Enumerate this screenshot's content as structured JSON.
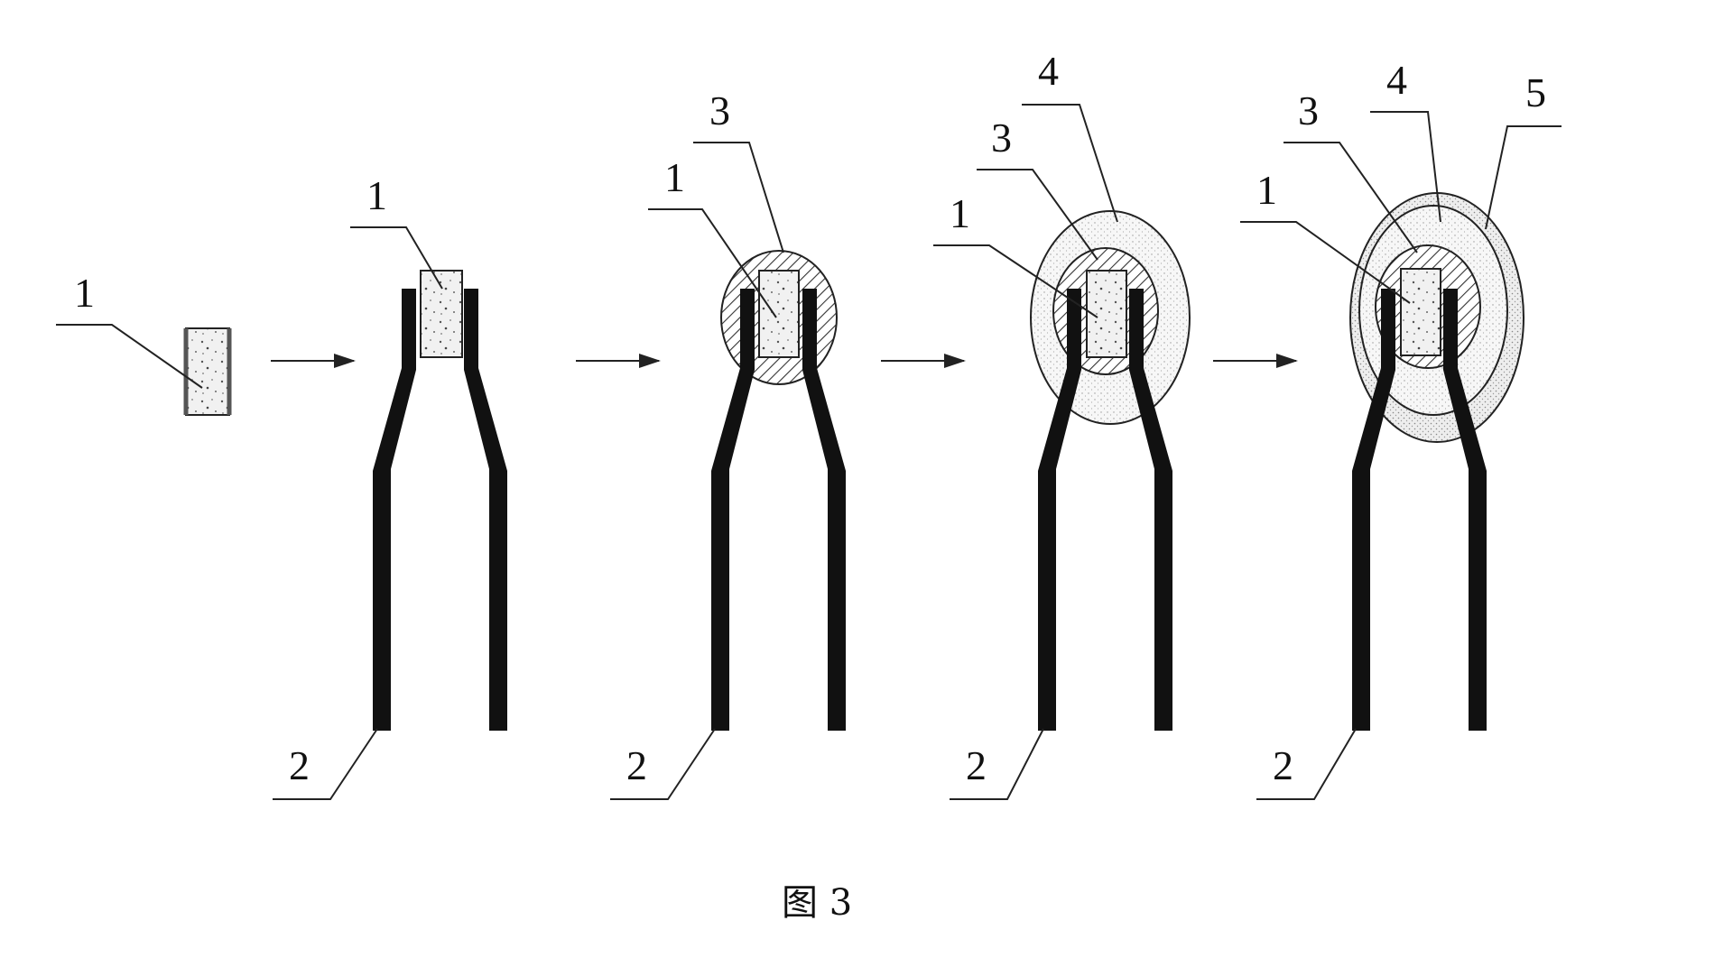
{
  "figure": {
    "caption": "图 3",
    "colors": {
      "ink": "#111111",
      "stipple": "#f2f2f2",
      "hatch": "#333333"
    },
    "stages": [
      {
        "labels": [
          "1"
        ]
      },
      {
        "labels": [
          "1",
          "2"
        ]
      },
      {
        "labels": [
          "1",
          "2",
          "3"
        ]
      },
      {
        "labels": [
          "1",
          "2",
          "3",
          "4"
        ]
      },
      {
        "labels": [
          "1",
          "2",
          "3",
          "4",
          "5"
        ]
      }
    ]
  }
}
